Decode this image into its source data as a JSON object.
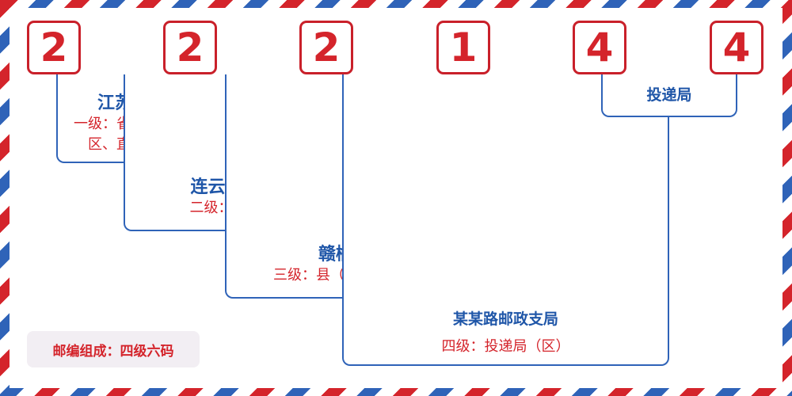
{
  "digits": [
    "2",
    "2",
    "2",
    "1",
    "4",
    "4"
  ],
  "levels": [
    {
      "name": "江苏省",
      "desc": "一级：省、自治区、直辖市"
    },
    {
      "name": "连云港市",
      "desc": "二级：邮区"
    },
    {
      "name": "赣榆区",
      "desc": "三级：县（市）邮政局"
    },
    {
      "name": "某某路邮政支局",
      "desc": "四级：投递局（区）"
    },
    {
      "name": "投递局",
      "desc": ""
    }
  ],
  "badge": "邮编组成：四级六码",
  "colors": {
    "red": "#d4242b",
    "blue": "#2f63b8",
    "badge_bg": "#f2eef3"
  }
}
